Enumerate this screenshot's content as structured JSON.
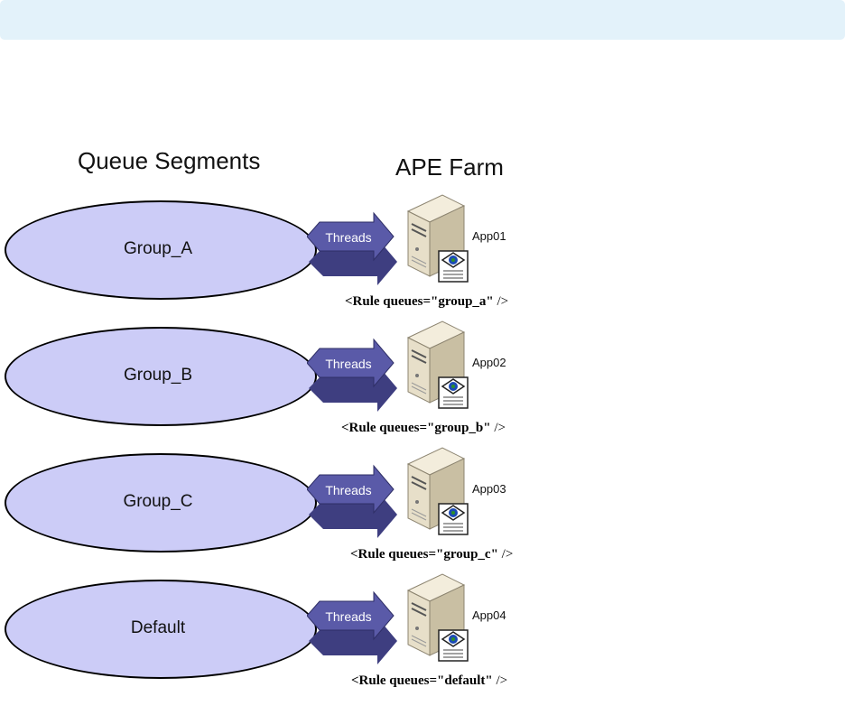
{
  "headings": {
    "queue_segments": "Queue Segments",
    "ape_farm": "APE Farm"
  },
  "rows": [
    {
      "segment": "Group_A",
      "arrow": "Threads",
      "server": "App01",
      "rule_tag": "<Rule queues=",
      "rule_value": "\"group_a\"",
      "rule_close": " />"
    },
    {
      "segment": "Group_B",
      "arrow": "Threads",
      "server": "App02",
      "rule_tag": "<Rule queues=",
      "rule_value": "\"group_b\"",
      "rule_close": " />"
    },
    {
      "segment": "Group_C",
      "arrow": "Threads",
      "server": "App03",
      "rule_tag": "<Rule queues=",
      "rule_value": "\"group_c\"",
      "rule_close": " />"
    },
    {
      "segment": "Default",
      "arrow": "Threads",
      "server": "App04",
      "rule_tag": "<Rule queues=",
      "rule_value": "\"default\"",
      "rule_close": " />"
    }
  ],
  "colors": {
    "top_bar": "#e3f2fa",
    "segment_fill": "#ccccf7",
    "arrow_fill": "#5a5aa8",
    "arrow_dark": "#3e3e80"
  },
  "icons": {
    "server": "server-icon",
    "document": "document-icon"
  }
}
